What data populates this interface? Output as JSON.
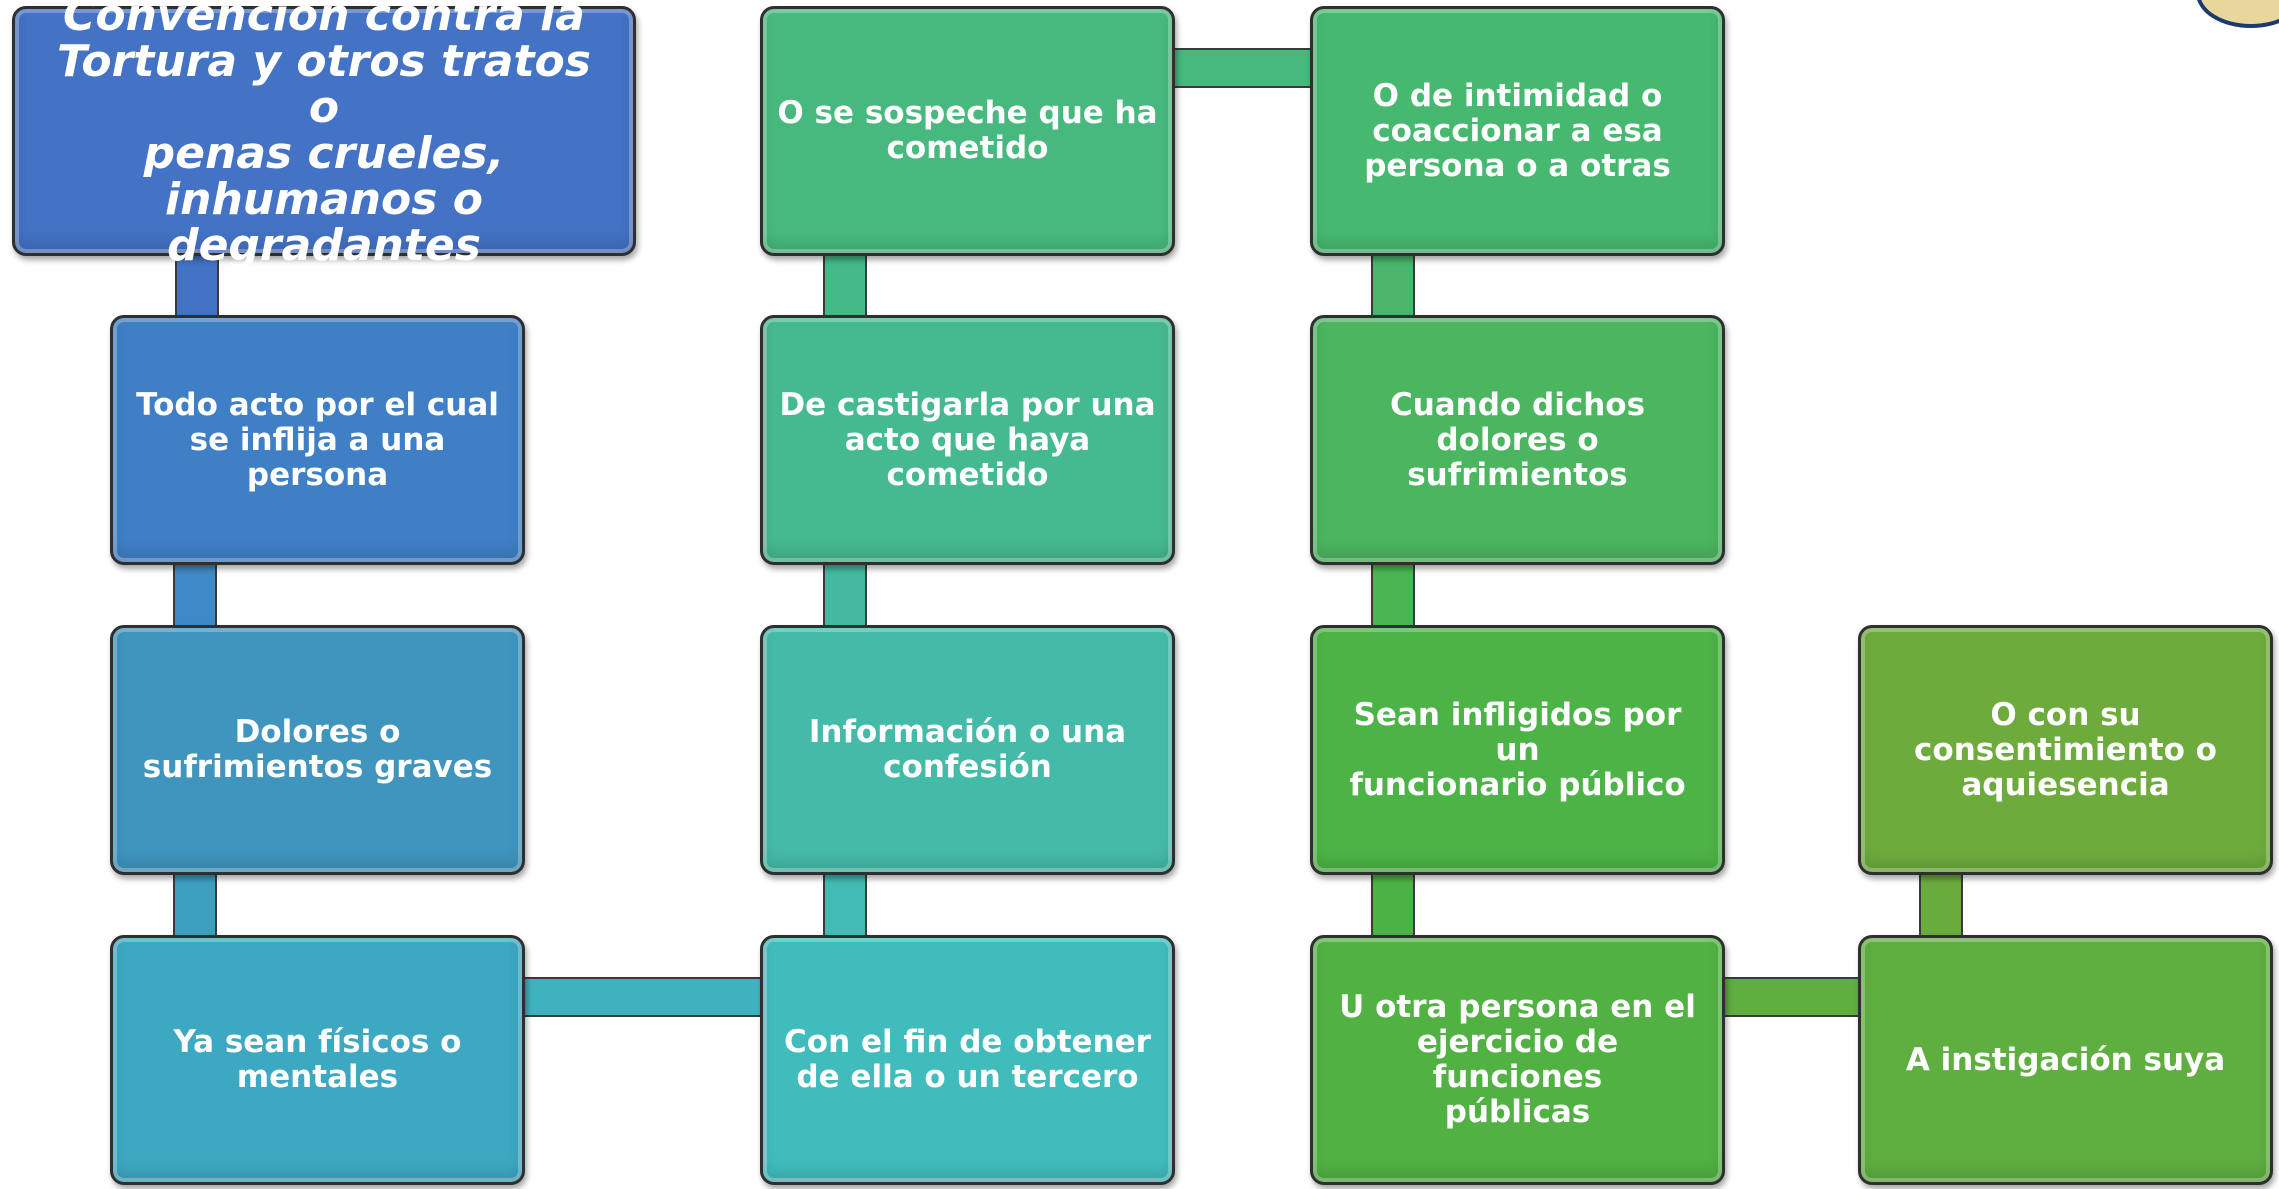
{
  "colors": {
    "title": "#4472c4",
    "col1_row2": "#3f7fc6",
    "col1_row3": "#3f95be",
    "col1_row4": "#3da8c2",
    "col2_row1": "#48b97e",
    "col2_row2": "#45b98f",
    "col2_row3": "#44bba8",
    "col2_row4": "#40bcbd",
    "col3": "#4bb55f",
    "col3_row3": "#4cb347",
    "col3_row4": "#52b143",
    "col4": "#6eab3d",
    "connector_blue": "#4472c4",
    "connector_teal": "#45b59a",
    "connector_green": "#4cb347",
    "connector_olive": "#6aab3d"
  },
  "diagram": {
    "title": {
      "lines": [
        "Convención contra la",
        "Tortura y otros tratos o",
        "penas crueles,",
        "inhumanos o",
        "degradantes"
      ]
    },
    "nodes": [
      {
        "id": "todo-acto",
        "lines": [
          "Todo acto por el cual",
          "se inflija a una",
          "persona"
        ]
      },
      {
        "id": "dolores",
        "lines": [
          "Dolores o",
          "sufrimientos graves"
        ]
      },
      {
        "id": "fisicos",
        "lines": [
          "Ya sean físicos o",
          "mentales"
        ]
      },
      {
        "id": "obtener",
        "lines": [
          "Con el fin de obtener",
          "de ella o un tercero"
        ]
      },
      {
        "id": "informacion",
        "lines": [
          "Información o una",
          "confesión"
        ]
      },
      {
        "id": "castigarla",
        "lines": [
          "De castigarla por una",
          "acto que haya",
          "cometido"
        ]
      },
      {
        "id": "sospeche",
        "lines": [
          "O se sospeche que ha",
          "cometido"
        ]
      },
      {
        "id": "intimidad",
        "lines": [
          "O de intimidad o",
          "coaccionar a esa",
          "persona o a otras"
        ]
      },
      {
        "id": "cuando",
        "lines": [
          "Cuando dichos",
          "dolores o sufrimientos"
        ]
      },
      {
        "id": "funcionario",
        "lines": [
          "Sean infligidos por un",
          "funcionario público"
        ]
      },
      {
        "id": "otra-persona",
        "lines": [
          "U otra persona en el",
          "ejercicio de funciones",
          "públicas"
        ]
      },
      {
        "id": "instigacion",
        "lines": [
          "A instigación suya"
        ]
      },
      {
        "id": "consentimiento",
        "lines": [
          "O con su",
          "consentimiento o",
          "aquiesencia"
        ]
      }
    ]
  }
}
